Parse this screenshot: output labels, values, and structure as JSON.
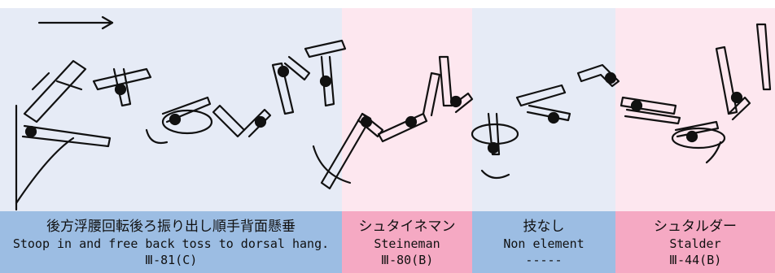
{
  "segments": [
    {
      "jp": "後方浮腰回転後ろ振り出し順手背面懸垂",
      "en": "Stoop in and free back toss to dorsal hang.",
      "code": "Ⅲ-81(C)",
      "bg": "#e6ebf6",
      "label_bg": "#9cbde3"
    },
    {
      "jp": "シュタイネマン",
      "en": "Steineman",
      "code": "Ⅲ-80(B)",
      "bg": "#fde7ef",
      "label_bg": "#f5a9c3"
    },
    {
      "jp": "技なし",
      "en": "Non element",
      "code": "-----",
      "bg": "#e6ebf6",
      "label_bg": "#9cbde3"
    },
    {
      "jp": "シュタルダー",
      "en": "Stalder",
      "code": "Ⅲ-44(B)",
      "bg": "#fde7ef",
      "label_bg": "#f5a9c3"
    }
  ]
}
